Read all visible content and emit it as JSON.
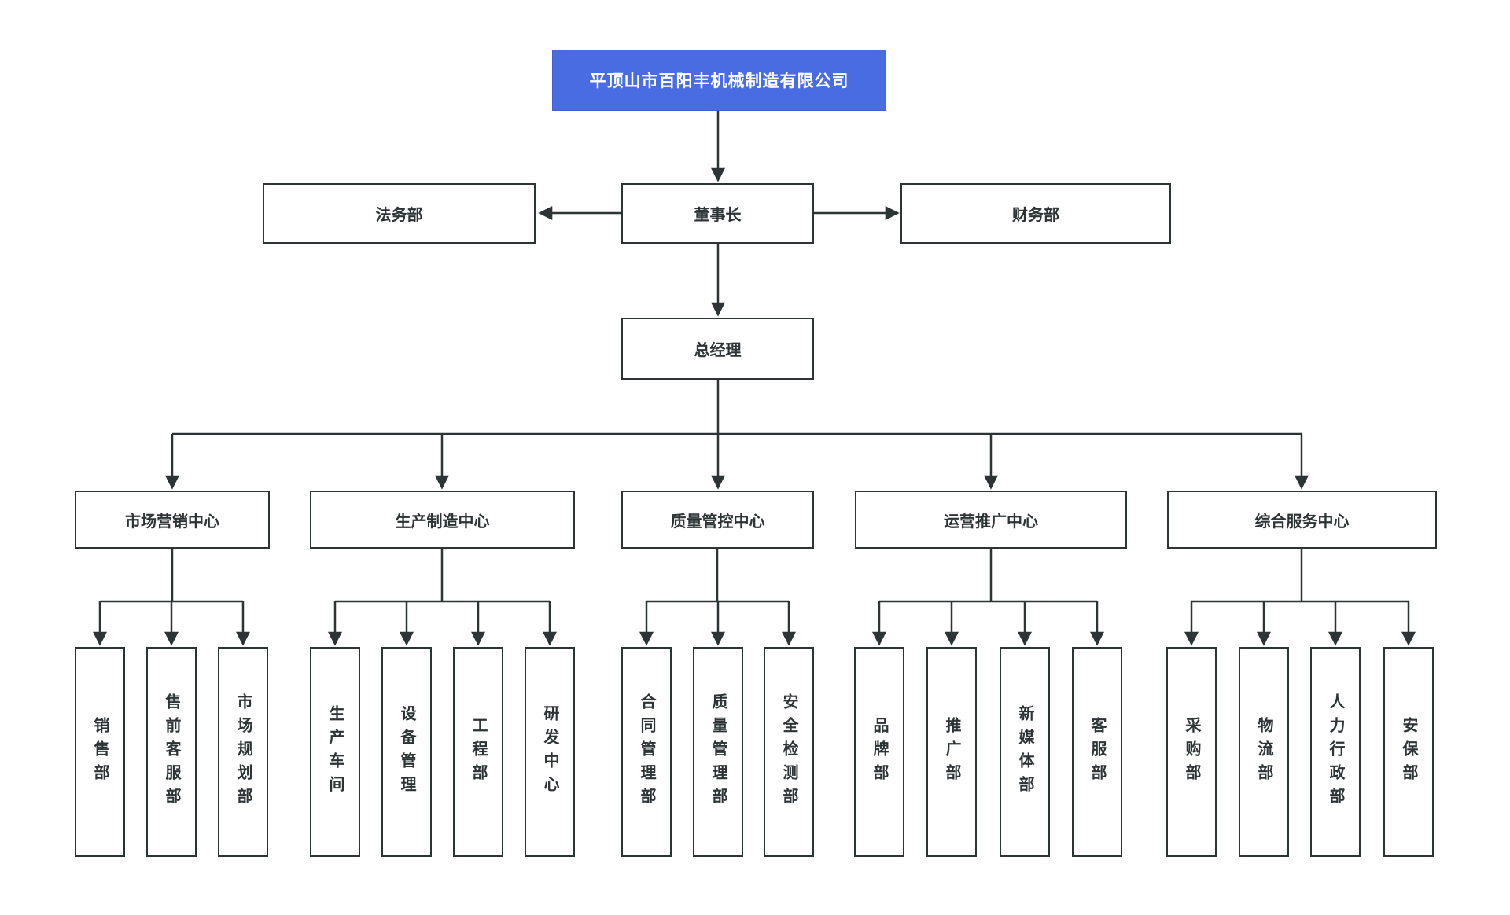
{
  "org": {
    "company": "平顶山市百阳丰机械制造有限公司",
    "board": {
      "legal": "法务部",
      "chairman": "董事长",
      "finance": "财务部"
    },
    "general_manager": "总经理",
    "centers": [
      {
        "label": "市场营销中心",
        "departments": [
          "销售部",
          "售前客服部",
          "市场规划部"
        ]
      },
      {
        "label": "生产制造中心",
        "departments": [
          "生产车间",
          "设备管理",
          "工程部",
          "研发中心"
        ]
      },
      {
        "label": "质量管控中心",
        "departments": [
          "合同管理部",
          "质量管理部",
          "安全检测部"
        ]
      },
      {
        "label": "运营推广中心",
        "departments": [
          "品牌部",
          "推广部",
          "新媒体部",
          "客服部"
        ]
      },
      {
        "label": "综合服务中心",
        "departments": [
          "采购部",
          "物流部",
          "人力行政部",
          "安保部"
        ]
      }
    ]
  },
  "colors": {
    "title_background": "#4a6ce3",
    "title_text": "#ffffff",
    "box_border": "#2d3436",
    "box_text": "#2d3436",
    "connector_line": "#2d3436",
    "page_background": "#ffffff"
  }
}
